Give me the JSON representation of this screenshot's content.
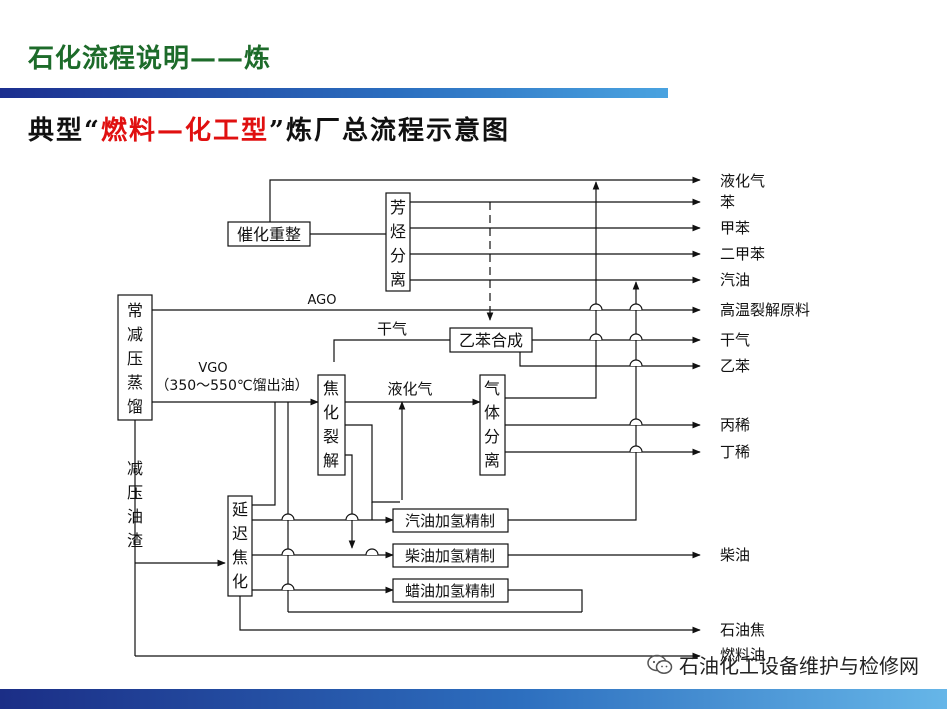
{
  "slide": {
    "title": "石化流程说明——炼",
    "subtitle_prefix": "典型“",
    "subtitle_highlight": "燃料—化工型",
    "subtitle_suffix": "”炼厂总流程示意图",
    "accent_color": "#1d6b2a",
    "highlight_color": "#e01010",
    "watermark": "石油化工设备维护与检修网",
    "watermark_icon": "wechat-icon"
  },
  "diagram": {
    "units": {
      "cdu": [
        "常",
        "减",
        "压",
        "蒸",
        "馏"
      ],
      "reformer": "催化重整",
      "aromatics": [
        "芳",
        "烃",
        "分",
        "离"
      ],
      "ethylbenzene": "乙苯合成",
      "coker": [
        "焦",
        "化",
        "裂",
        "解"
      ],
      "gas_sep": [
        "气",
        "体",
        "分",
        "离"
      ],
      "delayed_coker": [
        "延",
        "迟",
        "焦",
        "化"
      ],
      "gasoline_ht": "汽油加氢精制",
      "diesel_ht": "柴油加氢精制",
      "wax_ht": "蜡油加氢精制"
    },
    "stream_labels": {
      "ago": "AGO",
      "vgo": "VGO",
      "vgo_range": "（350～550℃馏出油）",
      "dry_gas": "干气",
      "lpg": "液化气",
      "vac_residue": [
        "减",
        "压",
        "油",
        "渣"
      ]
    },
    "products": [
      "液化气",
      "苯",
      "甲苯",
      "二甲苯",
      "汽油",
      "高温裂解原料",
      "干气",
      "乙苯",
      "丙稀",
      "丁稀",
      "柴油",
      "石油焦",
      "燃料油"
    ]
  }
}
